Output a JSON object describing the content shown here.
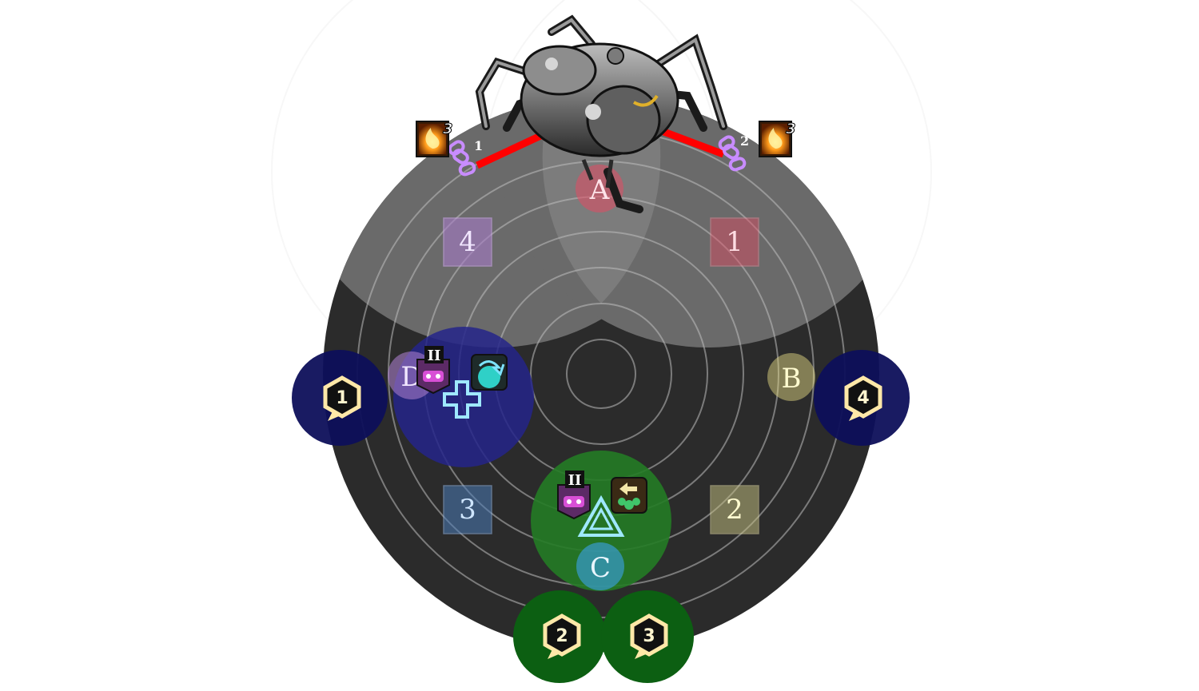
{
  "arena": {
    "colors": {
      "floor": "#2b2b2b",
      "cone": "#6a6a6a",
      "ring": "#bdbdbd",
      "waymark_purple": "#a77cc8",
      "waymark_red": "#e24a63",
      "waymark_yellow": "#f0e48a",
      "waymark_blue": "#3ea5ff",
      "tower_blue": "#0d0f5a",
      "tower_green": "#0c5f12",
      "tether": "#ff0000",
      "chain": "#c88cff"
    }
  },
  "waymarks": {
    "A": "A",
    "B": "B",
    "C": "C",
    "D": "D",
    "one": "1",
    "two": "2",
    "three": "3",
    "four": "4"
  },
  "towers": [
    {
      "label": "1"
    },
    {
      "label": "2"
    },
    {
      "label": "3"
    },
    {
      "label": "4"
    }
  ],
  "tethers": [
    {
      "chain_label": "1",
      "debuff_stacks": "3"
    },
    {
      "chain_label": "2",
      "debuff_stacks": "3"
    }
  ],
  "player_groups": {
    "left": {
      "role_marker": "II"
    },
    "bottom": {
      "role_marker": "II"
    }
  }
}
